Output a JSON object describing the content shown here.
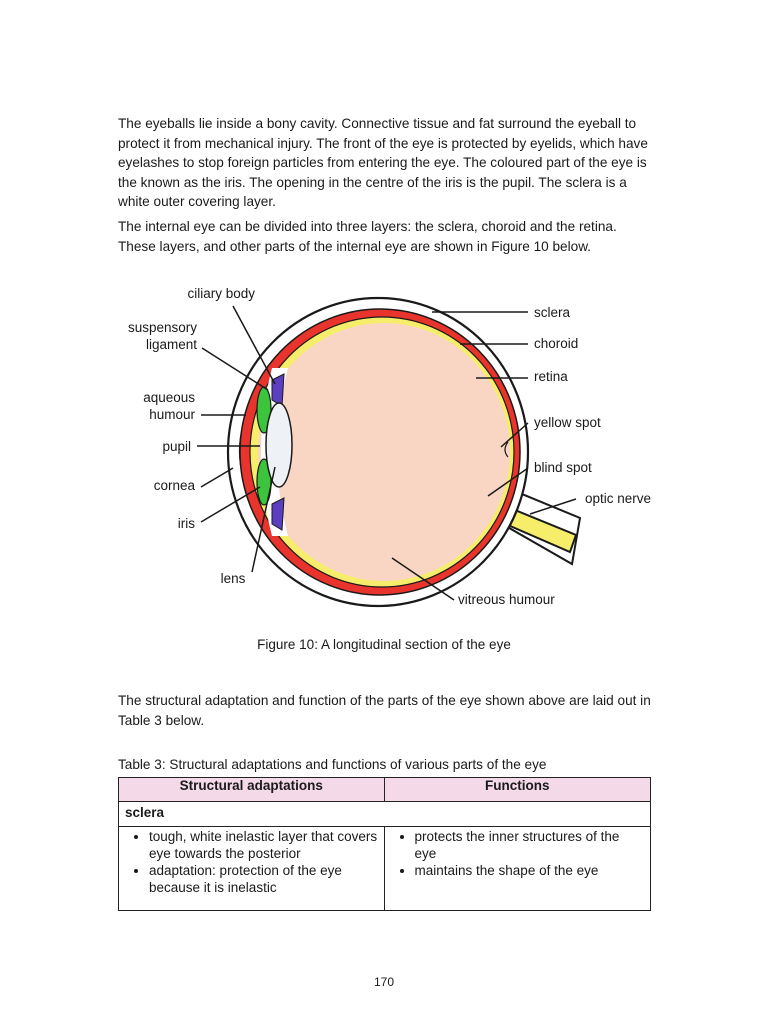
{
  "paragraphs": {
    "intro": "The eyeballs lie inside a bony cavity. Connective tissue and fat surround the eyeball to protect it from mechanical injury. The front of the eye is protected by eyelids, which have eyelashes to stop foreign particles from entering the eye. The coloured part of the eye is the known as the iris. The opening in the centre of the iris is the pupil. The sclera is a white outer covering layer.",
    "layers": "The internal eye can be divided into three layers: the sclera, choroid and the retina. These layers, and other parts of the internal eye are shown in Figure 10 below.",
    "table_intro": "The structural adaptation and function of the parts of the eye shown above are laid out in Table 3 below."
  },
  "figure": {
    "labels": {
      "ciliary_body": "ciliary body",
      "suspensory_ligament_line1": "suspensory",
      "suspensory_ligament_line2": "ligament",
      "aqueous_humour_line1": "aqueous",
      "aqueous_humour_line2": "humour",
      "pupil": "pupil",
      "cornea": "cornea",
      "iris": "iris",
      "lens": "lens",
      "sclera": "sclera",
      "choroid": "choroid",
      "retina": "retina",
      "yellow_spot": "yellow spot",
      "blind_spot": "blind spot",
      "optic_nerve": "optic nerve",
      "vitreous_humour": "vitreous humour"
    },
    "colors": {
      "vitreous": "#f9d6c4",
      "choroid": "#e8342c",
      "retina": "#f6ee6a",
      "iris": "#3cc43c",
      "ciliary": "#5a3fc0",
      "aqueous": "#d9ecf3",
      "lens": "#eef2f7"
    },
    "caption": "Figure 10: A longitudinal section of the eye"
  },
  "table": {
    "title": "Table 3: Structural adaptations and functions of various parts of the eye",
    "headers": [
      "Structural adaptations",
      "Functions"
    ],
    "header_color": "#f4d9e8",
    "section": "sclera",
    "adaptations": [
      "tough, white inelastic layer that covers eye towards the posterior",
      "adaptation: protection of the eye because it is inelastic"
    ],
    "functions": [
      "protects the inner structures of the eye",
      "maintains the shape of the eye"
    ]
  },
  "page_number": "170"
}
